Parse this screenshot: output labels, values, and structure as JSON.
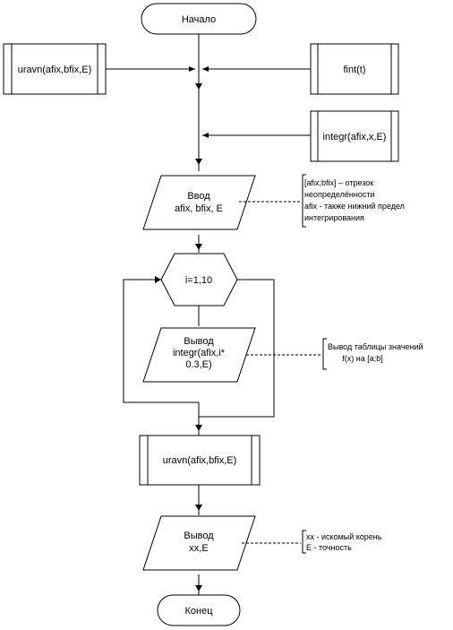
{
  "flowchart": {
    "start": "Начало",
    "call_uravn_left": "uravn(afix,bfix,E)",
    "call_fint": "fint(t)",
    "call_integr": "integr(afix,x,E)",
    "input": {
      "line1": "Ввод",
      "line2": "afix, bfix, E"
    },
    "input_note": {
      "line1": "[afix;bfix] – отрезок",
      "line2": "неопределённости",
      "line3": "afix - также нижний предел",
      "line4": "интегрирования"
    },
    "loop": "i=1,10",
    "output_table": {
      "line1": "Вывод",
      "line2": "integr(afix,i*",
      "line3": "0.3,E)"
    },
    "output_table_note": {
      "line1": "Вывод таблицы значений",
      "line2": "f(x) на [a;b]"
    },
    "call_uravn_main": "uravn(afix,bfix,E)",
    "output_result": {
      "line1": "Вывод",
      "line2": "xx,E"
    },
    "output_result_note": {
      "line1": "xx - искомый корень",
      "line2": "E - точность"
    },
    "end": "Конец"
  }
}
